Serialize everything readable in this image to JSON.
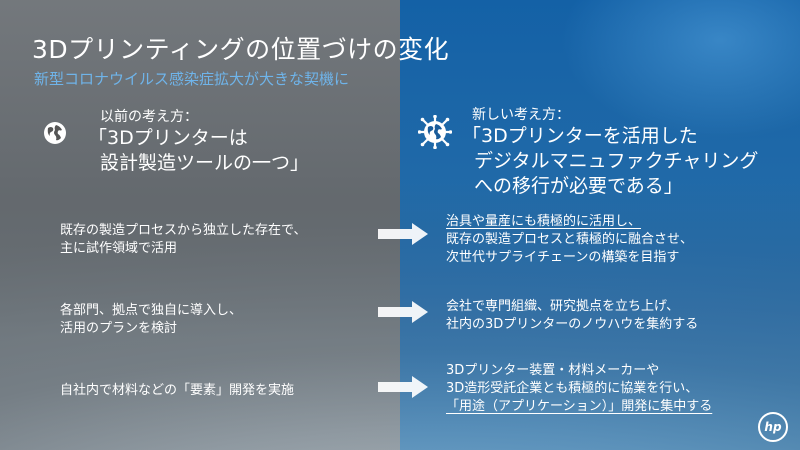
{
  "title": "3Dプリンティングの位置づけの変化",
  "subtitle": "新型コロナウイルス感染症拡大が大きな契機に",
  "left": {
    "heading_small": "以前の考え方：",
    "heading_line1": "「3Dプリンターは",
    "heading_line2": "設計製造ツールの一つ」",
    "icon": "globe-icon",
    "items": [
      {
        "line1": "既存の製造プロセスから独立した存在で、",
        "line2": "主に試作領域で活用"
      },
      {
        "line1": "各部門、拠点で独自に導入し、",
        "line2": "活用のプランを検討"
      },
      {
        "line1": "自社内で材料などの「要素」開発を実施",
        "line2": ""
      }
    ]
  },
  "right": {
    "heading_small": "新しい考え方：",
    "heading_line1": "「3Dプリンターを活用した",
    "heading_line2": "デジタルマニュファクチャリング",
    "heading_line3": "への移行が必要である」",
    "icon": "virus-globe-icon",
    "items": [
      {
        "line1": "治具や量産にも積極的に活用し、",
        "line2": "既存の製造プロセスと積極的に融合させ、",
        "line3": "次世代サプライチェーンの構築を目指す"
      },
      {
        "line1": "会社で専門組織、研究拠点を立ち上げ、",
        "line2": "社内の3Dプリンターのノウハウを集約する",
        "line3": ""
      },
      {
        "line1": "3Dプリンター装置・材料メーカーや",
        "line2": "3D造形受託企業とも積極的に協業を行い、",
        "line3": "「用途（アプリケーション）」開発に集中する"
      }
    ]
  },
  "logo": {
    "text": "hp",
    "icon": "hp-logo-icon"
  },
  "colors": {
    "left_panel": "#7a7e82",
    "right_panel": "#1a66ad",
    "subtitle": "#6fb4ea",
    "text": "#ffffff"
  }
}
